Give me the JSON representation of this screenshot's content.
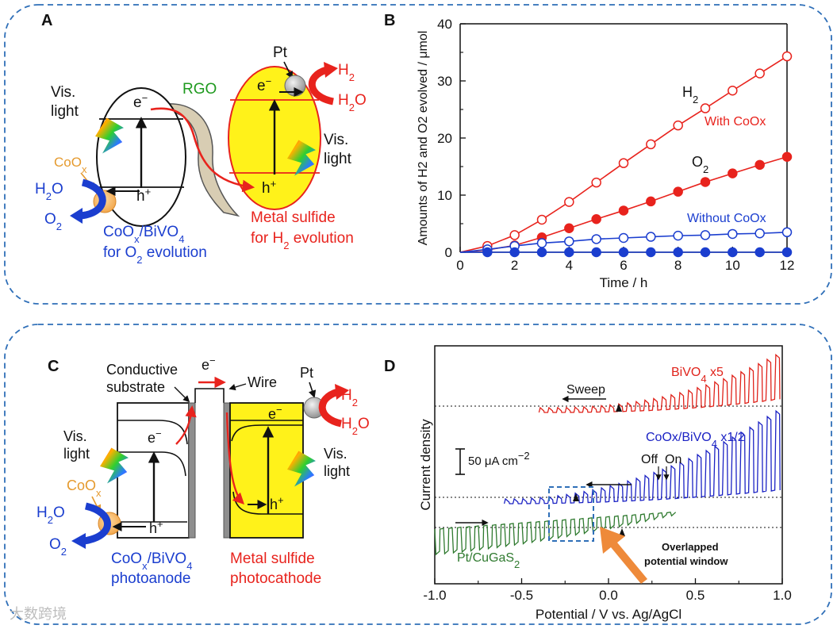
{
  "panels": {
    "A": {
      "letter": "A",
      "vis_light": [
        "Vis.",
        "light"
      ],
      "rgo": "RGO",
      "electron": "e",
      "hole": "h",
      "minus": "−",
      "plus": "+",
      "pt": "Pt",
      "h2": "H",
      "h2o": "H",
      "h2o_o": "O",
      "two": "2",
      "coox": "CoO",
      "coox_sub": "x",
      "water_left": "H",
      "o2": "O",
      "photoanode_line1_a": "CoO",
      "photoanode_line1_b": "/BiVO",
      "photoanode_line1_c": "4",
      "photoanode_line2": "for O",
      "photoanode_line2_b": " evolution",
      "sulfide_line1": "Metal sulfide",
      "sulfide_line2": "for H",
      "sulfide_line2_b": " evolution"
    },
    "B": {
      "letter": "B",
      "h2_label": "H",
      "o2_label": "O",
      "with_label": "With CoOx",
      "without_label": "Without CoOx"
    },
    "C": {
      "letter": "C",
      "conductive": [
        "Conductive",
        "substrate"
      ],
      "wire": "Wire",
      "electron": "e",
      "pt": "Pt",
      "vis_light": [
        "Vis.",
        "light"
      ],
      "coox": "CoO",
      "anode_line1_a": "CoO",
      "anode_line1_b": "/BiVO",
      "anode_line1_c": "4",
      "anode_line2": "photoanode",
      "cathode_line1": "Metal sulfide",
      "cathode_line2": "photocathode"
    },
    "D": {
      "letter": "D",
      "bivo4_label": "BiVO",
      "bivo4_suffix": " x5",
      "coox_label": "CoOx/BiVO",
      "coox_suffix": " x1/2",
      "pt_label": "Pt/CuGaS",
      "sweep": "Sweep",
      "off": "Off",
      "on": "On",
      "scale_bar": "50 μA cm",
      "scale_exp": "−2",
      "overlap": [
        "Overlapped",
        "potential window"
      ]
    }
  },
  "watermark": "大数跨境",
  "colors": {
    "frame_dash": "#2f6fb8",
    "with_cocat": "#e8231d",
    "without_cocat": "#1b3ecf",
    "sulfide_fill": "#fff21a",
    "trace_bivo4": "#e0231b",
    "trace_coox": "#1b22c4",
    "trace_pt": "#2f7a2f",
    "overlap_arrow": "#ee8a3a"
  },
  "chart_data": [
    {
      "type": "line",
      "panel": "B",
      "xlabel": "Time / h",
      "ylabel": "Amounts of H2 and O2 evolved / μmol",
      "xlim": [
        0,
        12
      ],
      "ylim": [
        0,
        40
      ],
      "xticks": [
        "0",
        "2",
        "4",
        "6",
        "8",
        "10",
        "12"
      ],
      "yticks": [
        "0",
        "10",
        "20",
        "30",
        "40"
      ],
      "x": [
        0,
        1,
        2,
        3,
        4,
        5,
        6,
        7,
        8,
        9,
        10,
        11,
        12
      ],
      "series": [
        {
          "group": "With CoOx",
          "gas": "H2",
          "marker": "open",
          "color": "#e8231d",
          "values": [
            0,
            1.1,
            3.0,
            5.7,
            8.8,
            12.2,
            15.6,
            18.9,
            22.2,
            25.2,
            28.3,
            31.3,
            34.3
          ]
        },
        {
          "group": "With CoOx",
          "gas": "O2",
          "marker": "filled",
          "color": "#e8231d",
          "values": [
            0,
            0.4,
            1.2,
            2.6,
            4.2,
            5.8,
            7.3,
            8.9,
            10.6,
            12.3,
            13.8,
            15.3,
            16.7
          ]
        },
        {
          "group": "Without CoOx",
          "gas": "H2",
          "marker": "open",
          "color": "#1b3ecf",
          "values": [
            0,
            0.5,
            1.1,
            1.6,
            1.9,
            2.3,
            2.5,
            2.7,
            2.9,
            3.0,
            3.2,
            3.3,
            3.5
          ]
        },
        {
          "group": "Without CoOx",
          "gas": "O2",
          "marker": "filled",
          "color": "#1b3ecf",
          "values": [
            0,
            0,
            0,
            0,
            0,
            0,
            0,
            0,
            0,
            0,
            0,
            0,
            0
          ]
        }
      ]
    },
    {
      "type": "line",
      "panel": "D",
      "xlabel": "Potential / V vs. Ag/AgCl",
      "ylabel": "Current density",
      "xlim": [
        -1.0,
        1.0
      ],
      "xticks": [
        "-1.0",
        "-0.5",
        "0.0",
        "0.5",
        "1.0"
      ],
      "series": [
        {
          "name": "BiVO4 x5",
          "color": "#e0231b",
          "range": [
            -0.4,
            1.0
          ],
          "light": "chopped"
        },
        {
          "name": "CoOx/BiVO4 x1/2",
          "color": "#1b22c4",
          "range": [
            -0.6,
            1.0
          ],
          "light": "chopped"
        },
        {
          "name": "Pt/CuGaS2",
          "color": "#2f7a2f",
          "range": [
            -1.0,
            0.4
          ],
          "light": "chopped"
        }
      ],
      "scale_bar_uA_cm2": 50
    }
  ]
}
